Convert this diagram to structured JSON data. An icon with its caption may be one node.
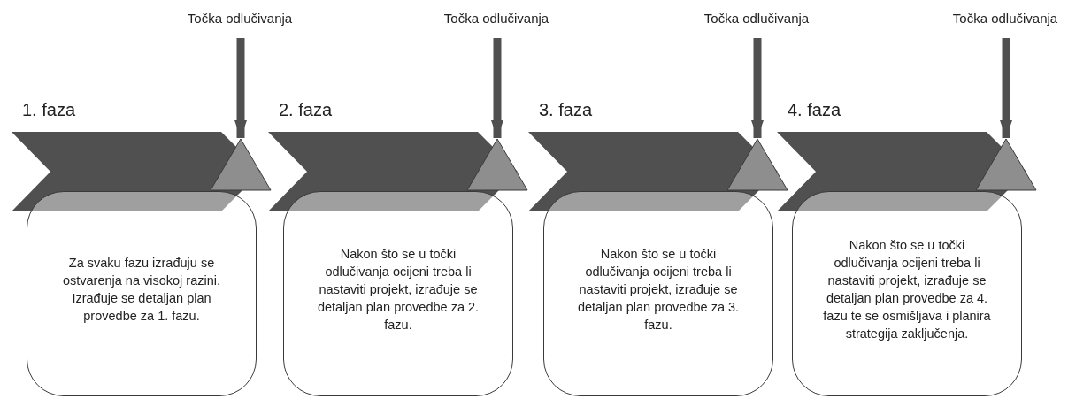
{
  "diagram": {
    "nodes": [
      {
        "text": [
          "Točka odlučivanja"
        ]
      },
      {
        "text": [
          "Točka odlučivanja"
        ]
      },
      {
        "text": [
          "Točka odlučivanja"
        ]
      },
      {
        "text": [
          "Točka odlučivanja"
        ]
      },
      {
        "text": [
          "1. faza"
        ]
      },
      {
        "text": [
          "2. faza"
        ]
      },
      {
        "text": [
          "3. faza"
        ]
      },
      {
        "text": [
          "4. faza"
        ]
      },
      {
        "text": [],
        "shape": "triangle"
      },
      {
        "text": [],
        "shape": "triangle"
      },
      {
        "text": [],
        "shape": "triangle"
      },
      {
        "text": [],
        "shape": "triangle"
      },
      {
        "text": [
          "Za svaku fazu izrađuju se ostvarenja na visokoj razini. Izrađuje se detaljan plan provedbe za 1. fazu."
        ]
      },
      {
        "text": [
          "Nakon što se u točki odlučivanja ocijeni treba li nastaviti projekt, izrađuje se detaljan plan provedbe za 2. fazu."
        ]
      },
      {
        "text": [
          "Nakon što se u točki odlučivanja ocijeni treba li nastaviti projekt, izrađuje se detaljan plan provedbe za 3. fazu."
        ]
      },
      {
        "text": [
          "Nakon što se u točki odlučivanja ocijeni treba li nastaviti projekt, izrađuje se detaljan plan provedbe za 4. fazu te se osmišljava i planira strategija zaključenja."
        ]
      }
    ],
    "edges": [
      {
        "from": 0,
        "to": 8,
        "arrow": "to"
      },
      {
        "from": 1,
        "to": 9,
        "arrow": "to"
      },
      {
        "from": 2,
        "to": 10,
        "arrow": "to"
      },
      {
        "from": 3,
        "to": 11,
        "arrow": "to"
      }
    ]
  }
}
